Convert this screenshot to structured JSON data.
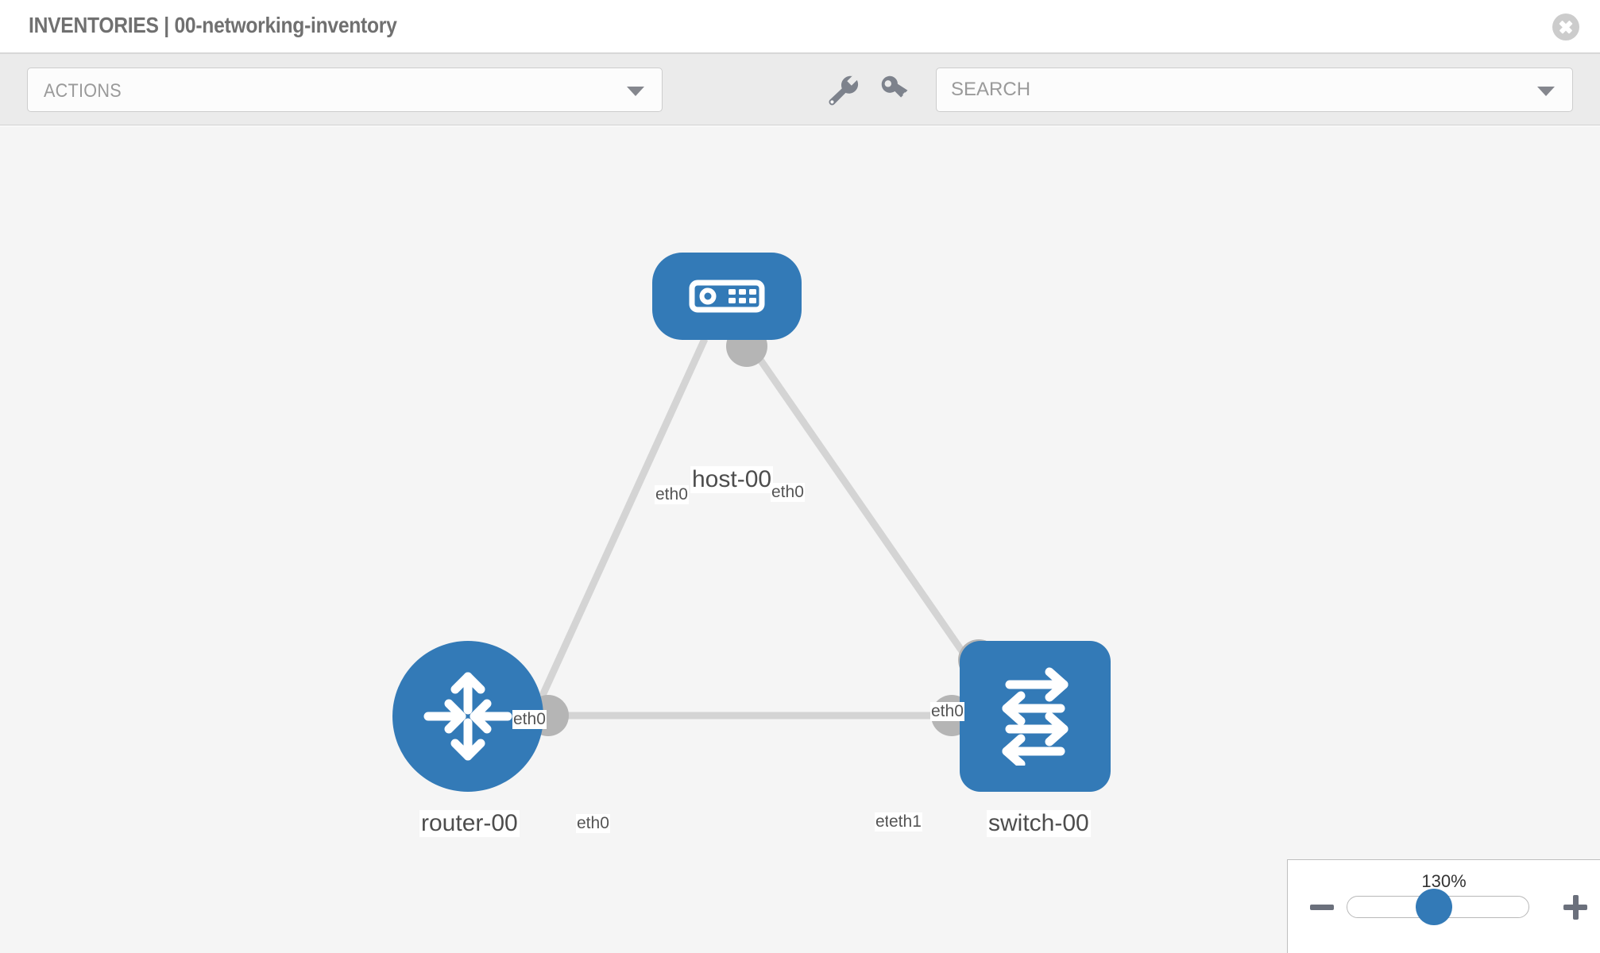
{
  "header": {
    "section": "INVENTORIES",
    "separator": "|",
    "inventory_name": "00-networking-inventory",
    "title": "INVENTORIES | 00-networking-inventory",
    "close_icon": "close-circle-icon"
  },
  "toolbar": {
    "actions_label": "ACTIONS",
    "actions_caret": "chevron-down-icon",
    "wrench_icon": "wrench-icon",
    "key_icon": "key-icon",
    "search_placeholder": "SEARCH",
    "search_value": "",
    "search_caret": "chevron-down-icon"
  },
  "topology": {
    "accent_color": "#337ab7",
    "connector_color": "#b5b5b5",
    "edge_color": "#d4d4d4",
    "canvas_bg": "#f5f5f5",
    "nodes": [
      {
        "id": "host-00",
        "label": "host-00",
        "type": "host",
        "icon": "server-appliance-icon",
        "shape": "rounded-rect"
      },
      {
        "id": "router-00",
        "label": "router-00",
        "type": "router",
        "icon": "router-arrows-icon",
        "shape": "circle"
      },
      {
        "id": "switch-00",
        "label": "switch-00",
        "type": "switch",
        "icon": "switch-arrows-icon",
        "shape": "rounded-square"
      }
    ],
    "links": [
      {
        "from": "host-00",
        "from_iface": "eth0",
        "to": "router-00",
        "to_iface": "eth0"
      },
      {
        "from": "host-00",
        "from_iface": "eth0",
        "to": "switch-00",
        "to_iface": "eth0"
      },
      {
        "from": "router-00",
        "from_iface": "eth0",
        "to": "switch-00",
        "to_iface": "eth1"
      }
    ],
    "interface_labels": {
      "host_left": "eth0",
      "host_right": "eth0",
      "router_up": "eth0",
      "switch_up": "eth0",
      "router_right": "eth0",
      "switch_left_hidden": "eth0",
      "switch_left": "eth1"
    }
  },
  "zoom_control": {
    "value_label": "130%",
    "minus_label": "minus-icon",
    "plus_label": "plus-icon",
    "slider_percent": 130
  }
}
